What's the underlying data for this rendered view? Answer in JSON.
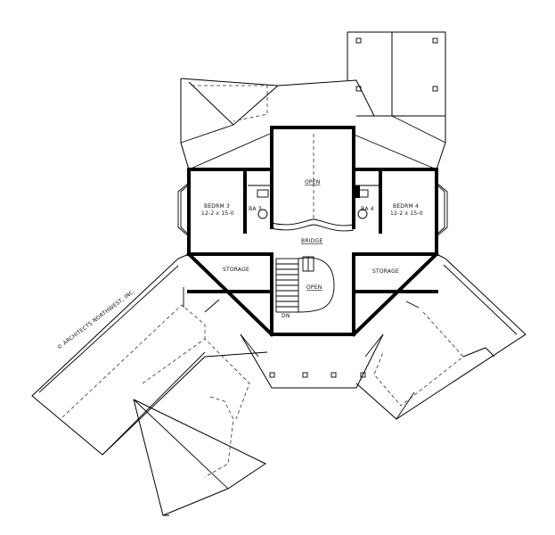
{
  "plan": {
    "rooms": {
      "bedrm3_name": "BEDRM 3",
      "bedrm3_size": "12-2 x 15-0",
      "ba3": "BA 3",
      "open_top": "OPEN",
      "bridge": "BRIDGE",
      "ba4": "BA 4",
      "bedrm4_name": "BEDRM 4",
      "bedrm4_size": "12-2 x 15-0",
      "storage_left": "STORAGE",
      "storage_right": "STORAGE",
      "open_stair": "OPEN",
      "dn": "DN"
    },
    "watermark": "© ARCHITECTS NORTHWEST, INC."
  }
}
